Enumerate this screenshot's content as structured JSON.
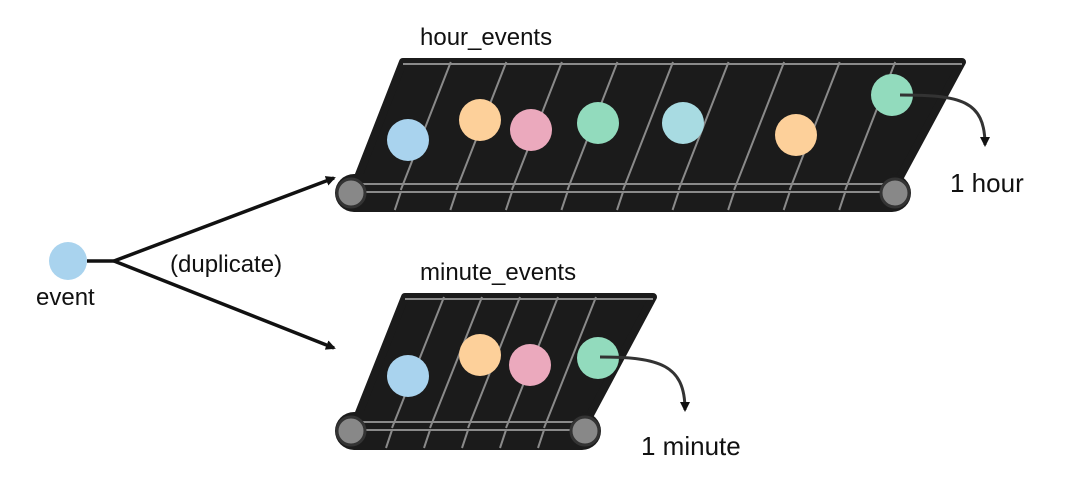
{
  "labels": {
    "source": "event",
    "fork": "(duplicate)",
    "top_buffer": "hour_events",
    "bottom_buffer": "minute_events",
    "top_window": "1 hour",
    "bottom_window": "1 minute"
  },
  "colors": {
    "blue": "#a9d3ee",
    "orange": "#fdd09a",
    "pink": "#eba9bd",
    "green": "#92dbbd",
    "cyan": "#a8dbe2",
    "belt": "#1b1b1b",
    "rail": "#8a8a8a",
    "arrow": "#111111"
  },
  "top_events": [
    "blue",
    "orange",
    "pink",
    "green",
    "cyan",
    "orange",
    "green"
  ],
  "bottom_events": [
    "blue",
    "orange",
    "pink",
    "green"
  ]
}
